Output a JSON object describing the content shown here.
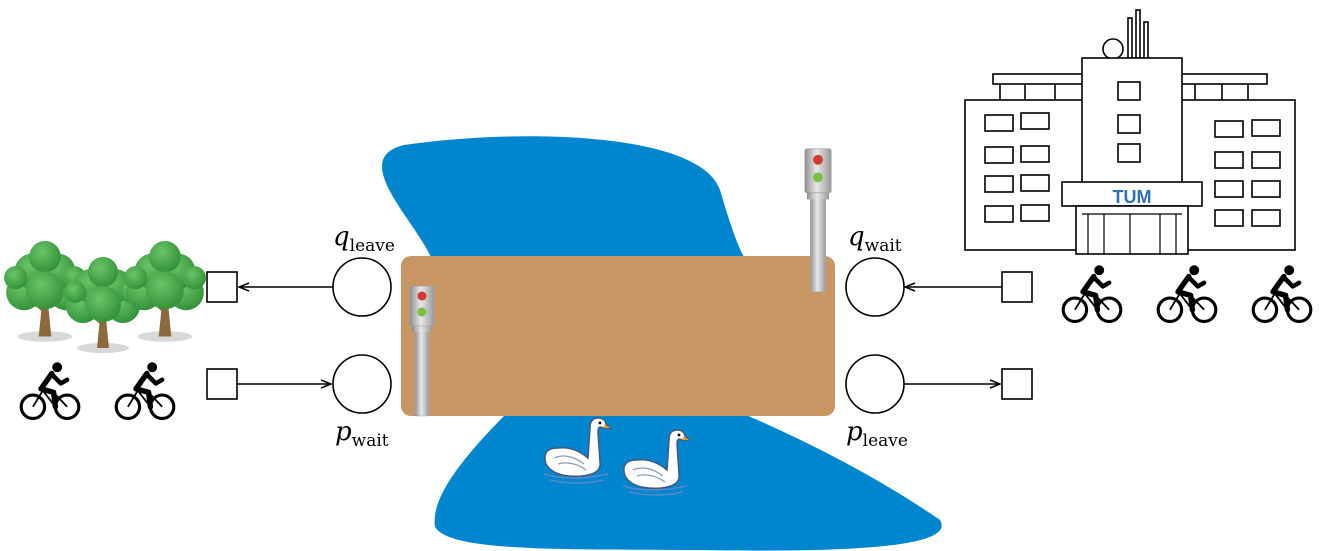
{
  "places": {
    "q_leave": {
      "symbol": "q",
      "subscript": "leave"
    },
    "q_wait": {
      "symbol": "q",
      "subscript": "wait"
    },
    "p_wait": {
      "symbol": "p",
      "subscript": "wait"
    },
    "p_leave": {
      "symbol": "p",
      "subscript": "leave"
    }
  },
  "building": {
    "logo_text": "TUM"
  },
  "colors": {
    "river": "#0086CE",
    "bridge": "#C89662",
    "tree": "#39A43C",
    "tum_logo": "#3070B3",
    "light_red": "#D23B2F",
    "light_green": "#7AC142"
  },
  "icons": [
    "tree-icon",
    "bicycle-rider-icon",
    "swan-icon",
    "traffic-light-icon",
    "university-building-icon"
  ]
}
